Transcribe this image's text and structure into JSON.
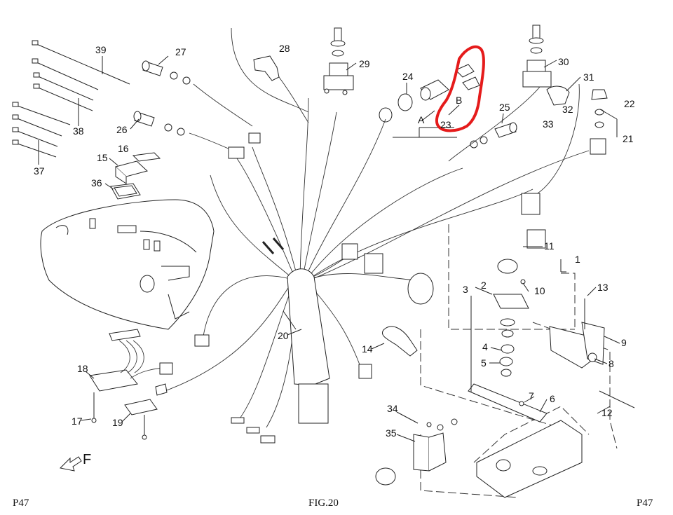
{
  "figure": {
    "left_page": "P47",
    "center": "FIG.20",
    "right_page": "P47",
    "direction_letter": "F"
  },
  "sub_labels": {
    "a": "A",
    "b": "B"
  },
  "callouts": [
    "1",
    "2",
    "3",
    "4",
    "5",
    "6",
    "7",
    "8",
    "9",
    "10",
    "11",
    "12",
    "13",
    "14",
    "15",
    "16",
    "17",
    "18",
    "19",
    "20",
    "21",
    "22",
    "23",
    "24",
    "25",
    "26",
    "27",
    "28",
    "29",
    "30",
    "31",
    "32",
    "33",
    "34",
    "35",
    "36",
    "37",
    "38",
    "39"
  ],
  "colors": {
    "highlight": "#e51b1b",
    "lines": "#222222"
  },
  "highlight": {
    "target_callout": "23"
  }
}
